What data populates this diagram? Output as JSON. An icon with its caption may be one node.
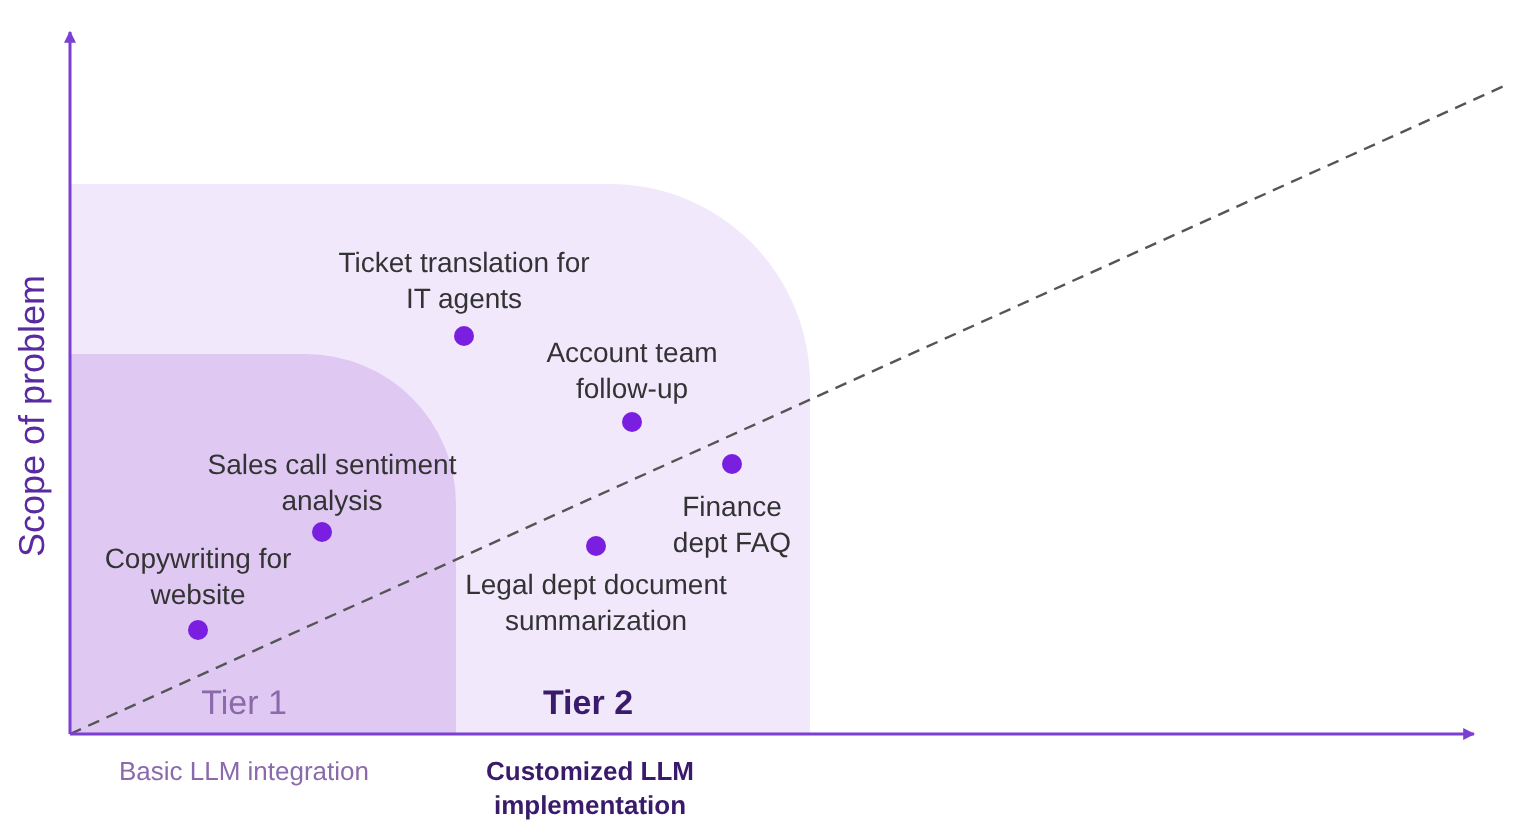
{
  "diagram": {
    "nodes": [
      {
        "text": [
          "Tier 2"
        ]
      },
      {
        "text": [
          "Tier 1"
        ],
        "in": 0
      }
    ],
    "labels": [
      "Scope of problem",
      "Ticket translation for IT agents",
      "Account team follow-up",
      "Sales call sentiment analysis",
      "Finance dept FAQ",
      "Copywriting for website",
      "Legal dept document summarization",
      "Basic LLM integration",
      "Customized LLM implementation"
    ]
  }
}
